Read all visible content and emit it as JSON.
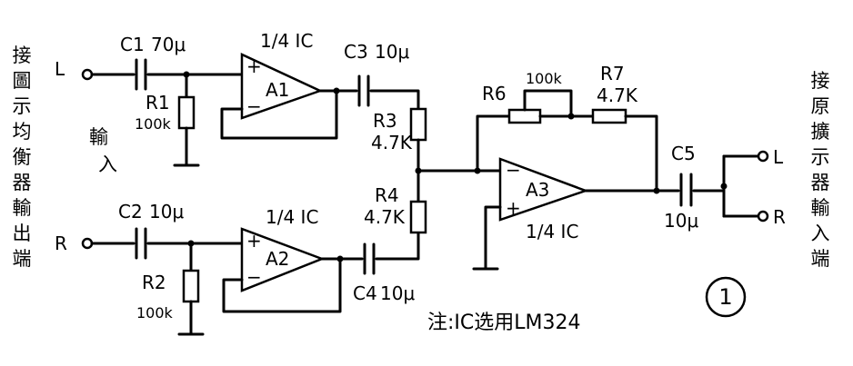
{
  "left_side_label": [
    "接",
    "圖",
    "示",
    "均",
    "衡",
    "器",
    "輸",
    "出",
    "端"
  ],
  "right_side_label": [
    "接",
    "原",
    "擴",
    "示",
    "器",
    "輸",
    "入",
    "端"
  ],
  "input_label": [
    "輸",
    "入"
  ],
  "terminals": {
    "in_l": "L",
    "in_r": "R",
    "out_l": "L",
    "out_r": "R"
  },
  "components": {
    "c1": {
      "name": "C1",
      "value": "70μ"
    },
    "c2": {
      "name": "C2",
      "value": "10μ"
    },
    "c3": {
      "name": "C3",
      "value": "10μ"
    },
    "c4": {
      "name": "C4",
      "value": "10μ"
    },
    "c5": {
      "name": "C5",
      "value": "10μ"
    },
    "r1": {
      "name": "R1",
      "value": "100k"
    },
    "r2": {
      "name": "R2",
      "value": "100k"
    },
    "r3": {
      "name": "R3",
      "value": "4.7K"
    },
    "r4": {
      "name": "R4",
      "value": "4.7K"
    },
    "r6": {
      "name": "R6",
      "value": "100k"
    },
    "r7": {
      "name": "R7",
      "value": "4.7K"
    }
  },
  "opamps": {
    "a1": {
      "name": "A1",
      "fraction": "1/4 IC"
    },
    "a2": {
      "name": "A2",
      "fraction": "1/4 IC"
    },
    "a3": {
      "name": "A3",
      "fraction": "1/4 IC"
    }
  },
  "note": "注:IC选用LM324",
  "figure_number": "1"
}
